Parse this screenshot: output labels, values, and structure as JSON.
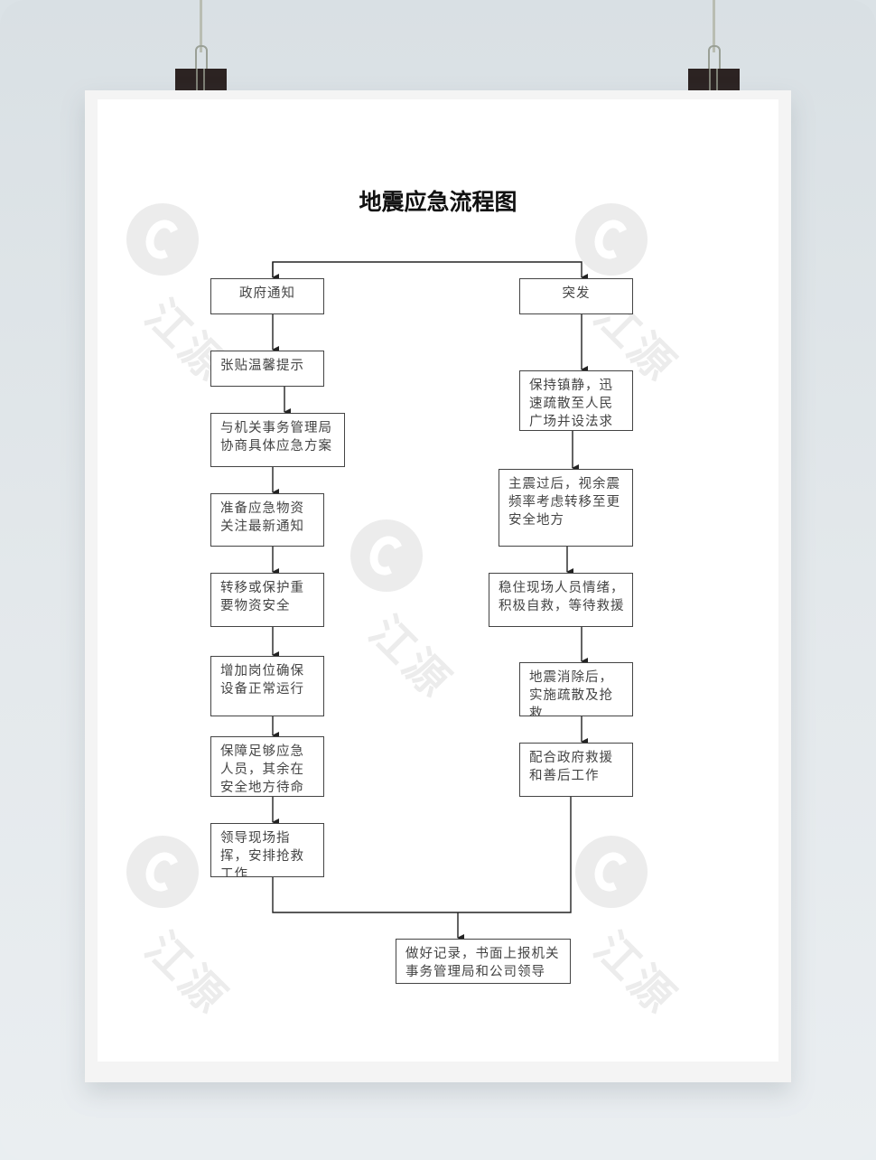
{
  "title": "地震应急流程图",
  "watermark": {
    "text": "江源",
    "icon": "jiangyuan-logo-icon"
  },
  "left_column": [
    {
      "id": "L1",
      "text": "政府通知"
    },
    {
      "id": "L2",
      "text": "张贴温馨提示"
    },
    {
      "id": "L3",
      "text": "与机关事务管理局协商具体应急方案"
    },
    {
      "id": "L4",
      "text": "准备应急物资关注最新通知"
    },
    {
      "id": "L5",
      "text": "转移或保护重要物资安全"
    },
    {
      "id": "L6",
      "text": "增加岗位确保设备正常运行"
    },
    {
      "id": "L7",
      "text": "保障足够应急人员，其余在安全地方待命"
    },
    {
      "id": "L8",
      "text": "领导现场指挥，安排抢救工作"
    }
  ],
  "right_column": [
    {
      "id": "R1",
      "text": "突发"
    },
    {
      "id": "R2",
      "text": "保持镇静，迅速疏散至人民广场并设法求"
    },
    {
      "id": "R3",
      "text": "主震过后，视余震频率考虑转移至更安全地方"
    },
    {
      "id": "R4",
      "text": "稳住现场人员情绪，积极自救，等待救援"
    },
    {
      "id": "R5",
      "text": "地震消除后，实施疏散及抢救"
    },
    {
      "id": "R6",
      "text": "配合政府救援和善后工作"
    }
  ],
  "final": {
    "id": "F",
    "text": "做好记录，书面上报机关事务管理局和公司领导"
  },
  "colors": {
    "line": "#222222",
    "box_border": "#444444",
    "text": "#444444",
    "clip": "#2c2322",
    "background": "#dfe5e8"
  }
}
